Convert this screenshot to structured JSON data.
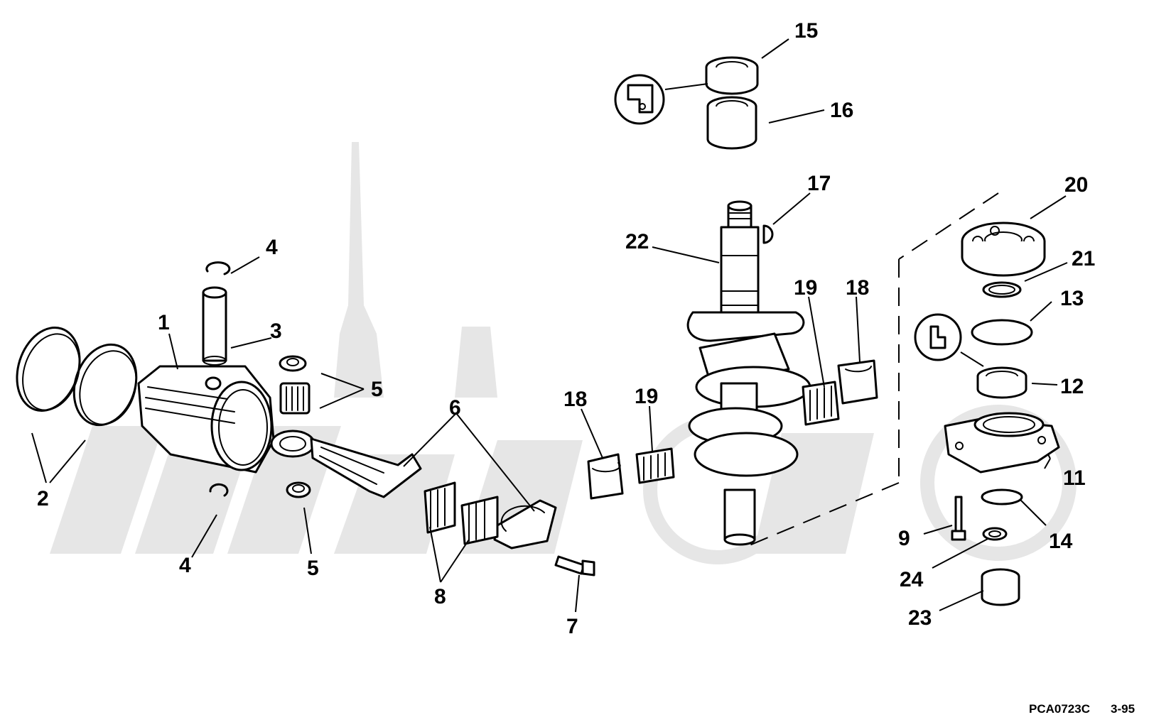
{
  "callouts": {
    "c1": "1",
    "c2": "2",
    "c3": "3",
    "c4a": "4",
    "c4b": "4",
    "c5a": "5",
    "c5b": "5",
    "c6": "6",
    "c7": "7",
    "c8": "8",
    "c9": "9",
    "c11": "11",
    "c12": "12",
    "c13": "13",
    "c14": "14",
    "c15": "15",
    "c16": "16",
    "c17": "17",
    "c18a": "18",
    "c18b": "18",
    "c19a": "19",
    "c19b": "19",
    "c20": "20",
    "c21": "21",
    "c22": "22",
    "c23": "23",
    "c24": "24"
  },
  "footer": {
    "code": "PCA0723C",
    "date": "3-95"
  },
  "icons": {
    "seal_lube": "grease-seal-icon",
    "gasket_sealer": "sealant-icon"
  },
  "colors": {
    "line": "#000000",
    "background": "#ffffff",
    "watermark": "#e6e6e6"
  }
}
